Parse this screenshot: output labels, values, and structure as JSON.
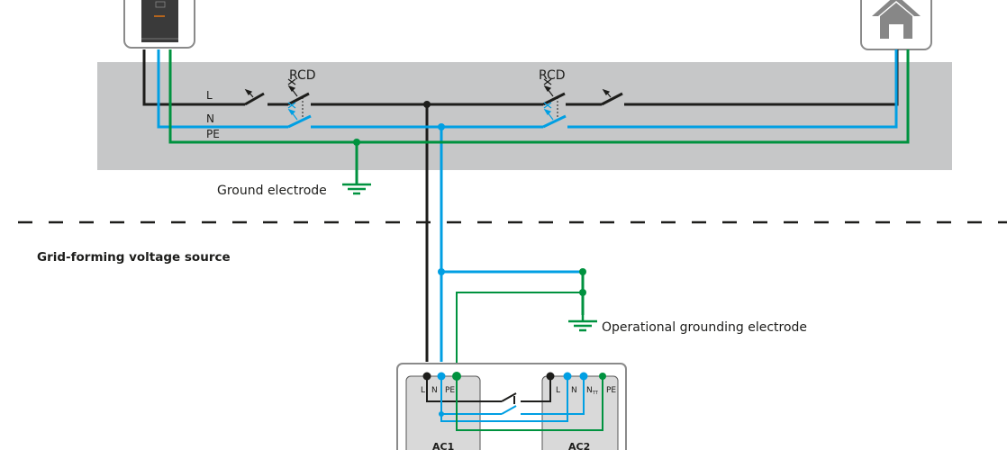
{
  "colors": {
    "line": "#1d1d1b",
    "neutral": "#009fe3",
    "pe": "#00923f",
    "panel": "#c6c7c8",
    "box_border": "#8a8a8a",
    "house": "#878787"
  },
  "top_section": {
    "devices": [
      {
        "name": "inverter",
        "icon": "inverter-icon"
      },
      {
        "name": "household",
        "icon": "house-icon"
      }
    ],
    "conductor_labels": {
      "l": "L",
      "n": "N",
      "pe": "PE"
    },
    "rcd_labels": [
      "RCD",
      "RCD"
    ],
    "ground_electrode_label": "Ground electrode"
  },
  "bottom_section": {
    "title": "Grid-forming voltage source",
    "operational_ground_label": "Operational grounding electrode",
    "ac1": {
      "label": "AC1",
      "terminals": [
        "L",
        "N",
        "PE"
      ]
    },
    "ac2": {
      "label": "AC2",
      "terminals": [
        "L",
        "N",
        "N",
        "PE"
      ],
      "n_tt_subscript": "TT"
    }
  }
}
